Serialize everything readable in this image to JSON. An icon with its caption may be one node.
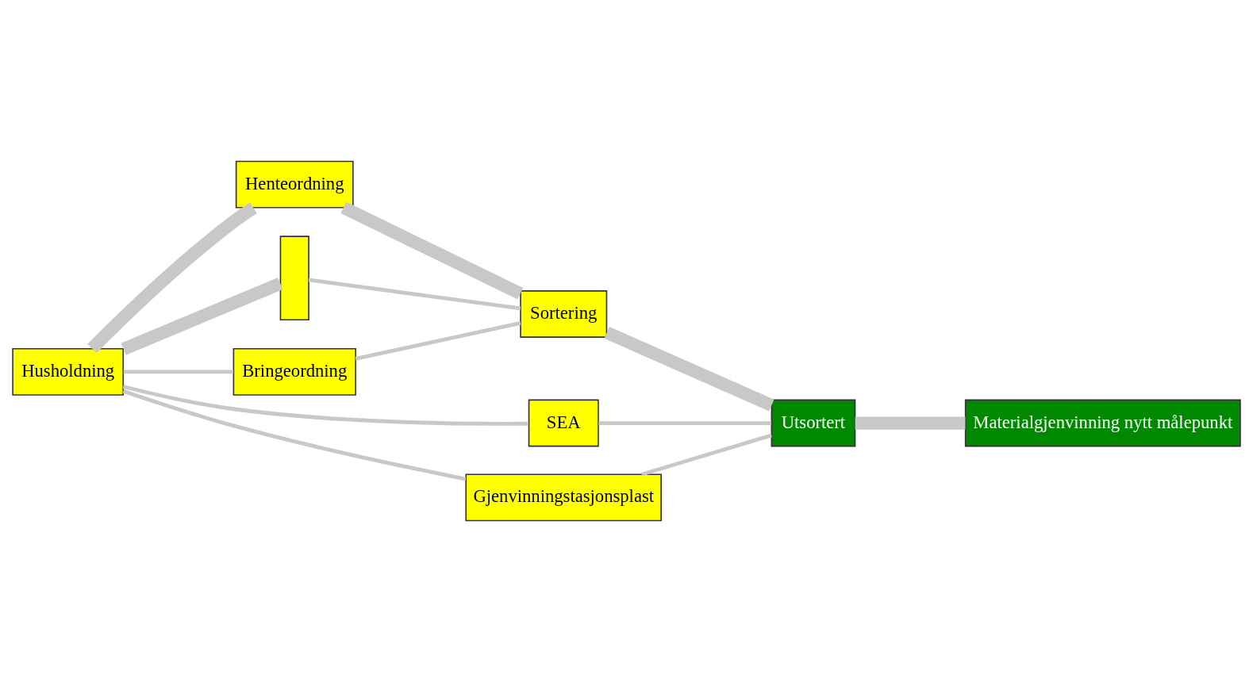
{
  "diagram": {
    "nodes": [
      {
        "text": [
          "Husholdning"
        ]
      },
      {
        "text": [
          "Henteordning"
        ]
      },
      {
        "text": [],
        "shape": "bar"
      },
      {
        "text": [
          "SEA"
        ]
      },
      {
        "text": [
          "Bringeordning"
        ]
      },
      {
        "text": [
          "Gjenvinningstasjonsplast"
        ]
      },
      {
        "text": [
          "Sortering"
        ]
      },
      {
        "text": [
          "Utsortert"
        ]
      },
      {
        "text": [
          "Materialgjenvinning nytt målepunkt"
        ]
      }
    ],
    "edges": [
      {
        "from": 0,
        "to": 1,
        "arrow": "none",
        "style": "thick"
      },
      {
        "from": 0,
        "to": 2,
        "arrow": "none",
        "style": "thick"
      },
      {
        "from": 0,
        "to": 3,
        "arrow": "none"
      },
      {
        "from": 0,
        "to": 4,
        "arrow": "none"
      },
      {
        "from": 0,
        "to": 5,
        "arrow": "none"
      },
      {
        "from": 1,
        "to": 6,
        "arrow": "none",
        "style": "thick"
      },
      {
        "from": 2,
        "to": 6,
        "arrow": "none"
      },
      {
        "from": 4,
        "to": 6,
        "arrow": "none"
      },
      {
        "from": 3,
        "to": 7,
        "arrow": "none"
      },
      {
        "from": 5,
        "to": 7,
        "arrow": "none"
      },
      {
        "from": 6,
        "to": 7,
        "arrow": "none",
        "style": "thick"
      },
      {
        "from": 7,
        "to": 8,
        "arrow": "none",
        "style": "thick"
      }
    ]
  }
}
